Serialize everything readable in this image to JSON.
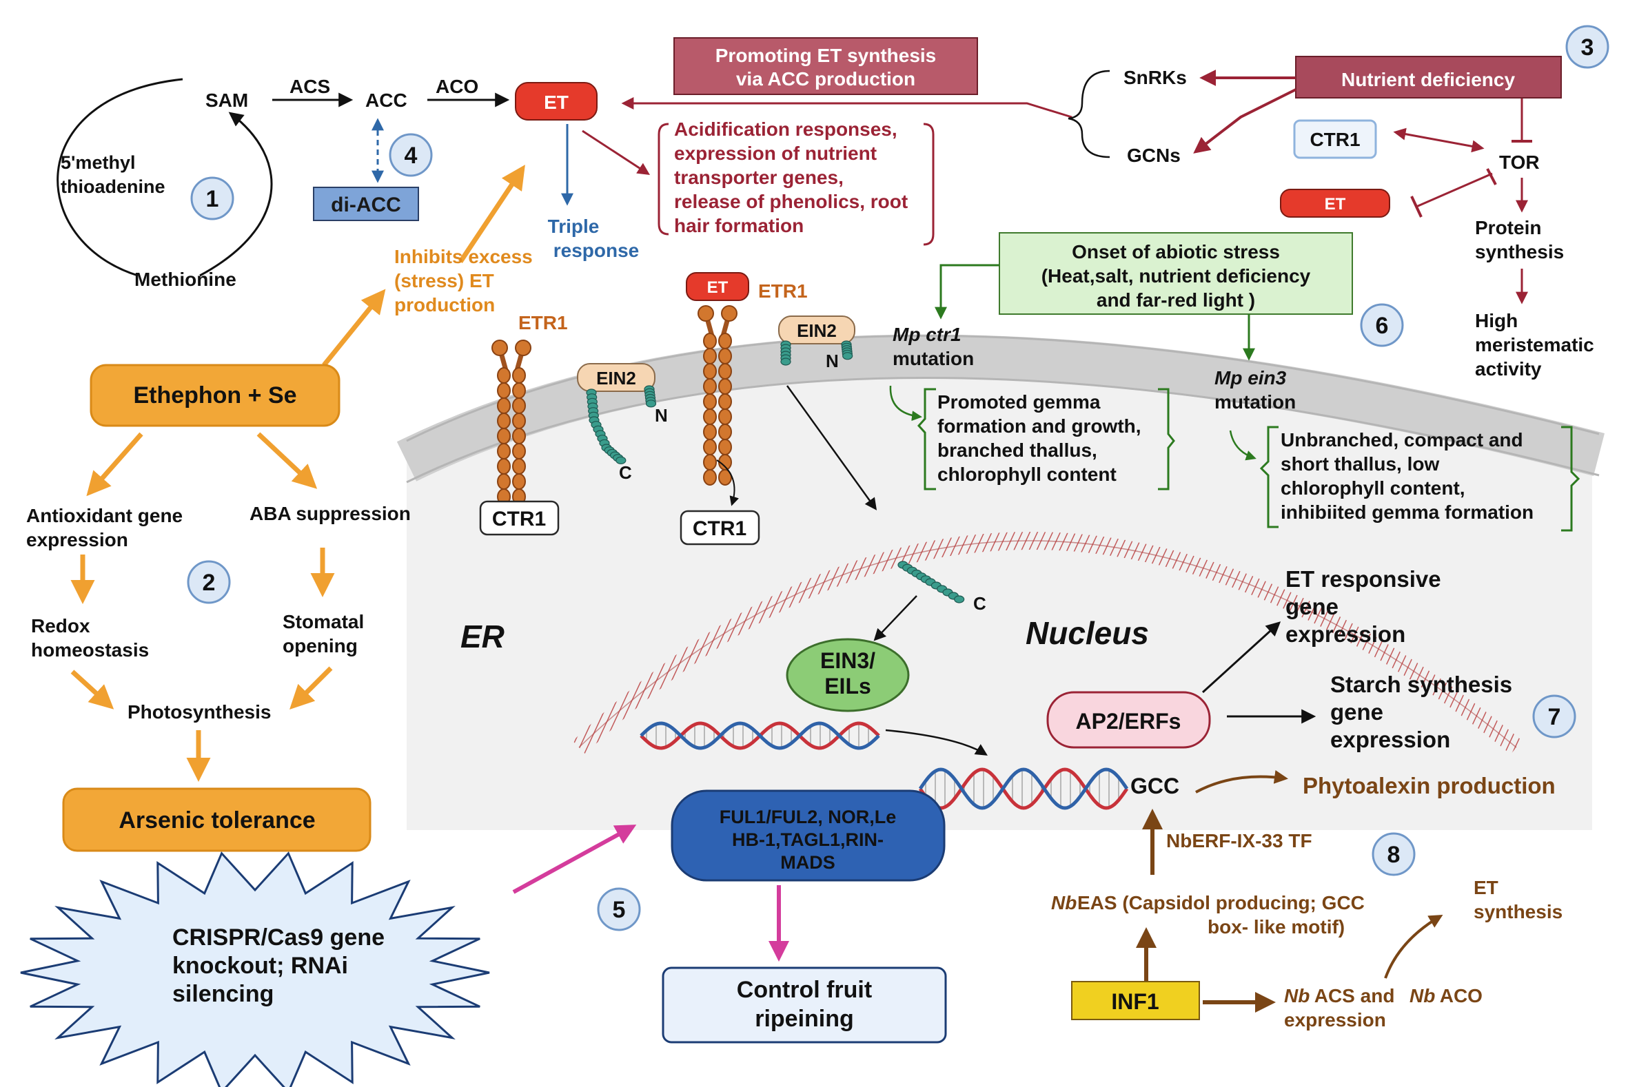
{
  "cycle": {
    "sam": "SAM",
    "mta_line1": "5'methyl",
    "mta_line2": "thioadenine",
    "methionine": "Methionine",
    "acs": "ACS",
    "acc": "ACC",
    "aco": "ACO",
    "di_acc": "di-ACC",
    "et": "ET",
    "triple_line1": "Triple",
    "triple_line2": "response"
  },
  "badges": [
    "1",
    "2",
    "3",
    "4",
    "5",
    "6",
    "7",
    "8"
  ],
  "promoting": {
    "line1": "Promoting ET synthesis",
    "line2": "via ACC production"
  },
  "acidification": [
    "Acidification responses,",
    "expression of nutrient",
    "transporter genes,",
    "release of phenolics, root",
    "hair formation"
  ],
  "nutrient": {
    "title": "Nutrient deficiency",
    "snrks": "SnRKs",
    "gcns": "GCNs",
    "ctr1": "CTR1",
    "tor": "TOR",
    "et": "ET",
    "protein_line1": "Protein",
    "protein_line2": "synthesis",
    "mer_line1": "High",
    "mer_line2": "meristematic",
    "mer_line3": "activity"
  },
  "ethephon": {
    "inhibits_line1": "Inhibits excess",
    "inhibits_line2": "(stress) ET",
    "inhibits_line3": "production",
    "box": "Ethephon + Se",
    "antiox_line1": "Antioxidant gene",
    "antiox_line2": "expression",
    "aba": "ABA suppression",
    "redox_line1": "Redox",
    "redox_line2": "homeostasis",
    "stomatal_line1": "Stomatal",
    "stomatal_line2": "opening",
    "photosynthesis": "Photosynthesis",
    "arsenic": "Arsenic tolerance"
  },
  "membrane": {
    "etr1_a": "ETR1",
    "etr1_b": "ETR1",
    "et_small": "ET",
    "ein2_a": "EIN2",
    "ein2_b": "EIN2",
    "n_a": "N",
    "n_b": "N",
    "c_a": "C",
    "c_b": "C",
    "ctr1_a": "CTR1",
    "ctr1_b": "CTR1",
    "er": "ER",
    "nucleus": "Nucleus"
  },
  "stress": {
    "line1": "Onset of abiotic stress",
    "line2": "(Heat,salt, nutrient deficiency",
    "line3": "and far-red light )",
    "ctr1_mut_line1": "Mp ctr1",
    "ctr1_mut_line2": "mutation",
    "ein3_mut_line1": "Mp ein3",
    "ein3_mut_line2": "mutation",
    "promoted": [
      "Promoted gemma",
      "formation and growth,",
      "branched thallus,",
      "chlorophyll content"
    ],
    "unbranched": [
      "Unbranched, compact and",
      "short thallus, low",
      "chlorophyll content,",
      "inhibiited gemma formation"
    ]
  },
  "nuclear": {
    "ein3_line1": "EIN3/",
    "ein3_line2": "EILs",
    "ap2": "AP2/ERFs",
    "et_resp_line1": "ET responsive",
    "et_resp_line2": "gene",
    "et_resp_line3": "expression",
    "starch_line1": "Starch synthesis",
    "starch_line2": "gene",
    "starch_line3": "expression",
    "gcc": "GCC",
    "phytoalexin": "Phytoalexin production"
  },
  "ripening": {
    "ful_line1": "FUL1/FUL2, NOR,Le",
    "ful_line2": "HB-1,TAGL1,RIN-",
    "ful_line3": "MADS",
    "crispr_line1": "CRISPR/Cas9 gene",
    "crispr_line2": "knockout; RNAi",
    "crispr_line3": "silencing",
    "control_line1": "Control fruit",
    "control_line2": "ripeining"
  },
  "inf1": {
    "nberf": "NbERF-IX-33 TF",
    "eas_italic": "Nb",
    "eas_line1": " EAS (Capsidol producing; GCC",
    "eas_line2": "box- like motif)",
    "et_syn_line1": "ET",
    "et_syn_line2": "synthesis",
    "inf1": "INF1",
    "nb1": "Nb",
    "acs_text": " ACS and ",
    "nb2": "Nb",
    "aco_text": " ACO",
    "expression": "expression"
  },
  "colors": {
    "orange": "#f0a030",
    "orange_text": "#e08a1e",
    "maroon": "#9b2335",
    "green_text": "#1f6e1a",
    "brown": "#7a4515",
    "blue_badge": "#d8e6f7",
    "blue_dark": "#2e68a8",
    "red_et": "#e53a2b",
    "magenta": "#d43c9c"
  }
}
